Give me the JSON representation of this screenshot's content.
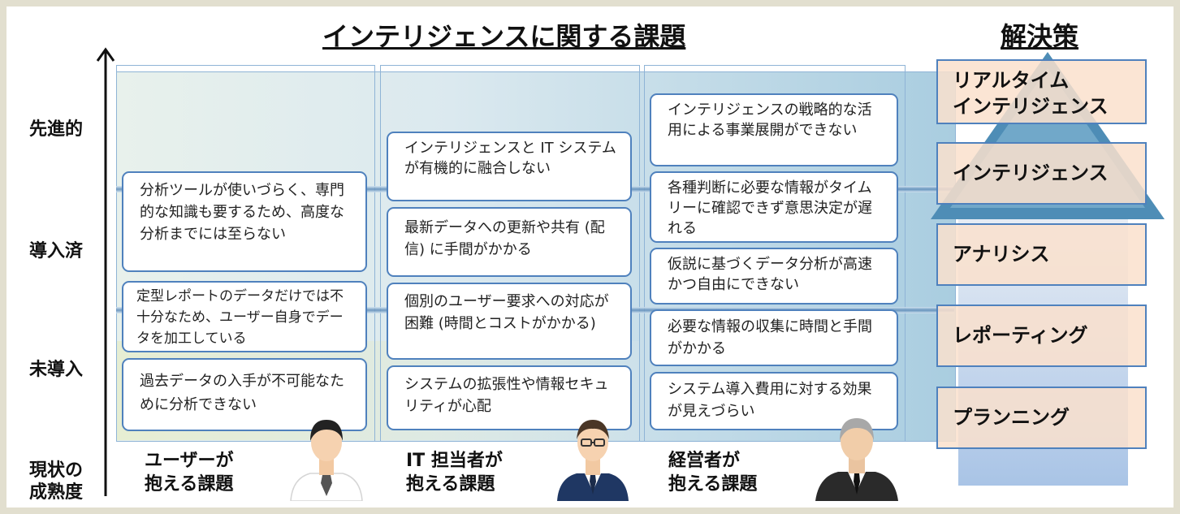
{
  "title": "インテリジェンスに関する課題",
  "solutions_title": "解決策",
  "axis": {
    "top": "先進的",
    "middle": "導入済",
    "bottom": "未導入",
    "base_line1": "現状の",
    "base_line2": "成熟度"
  },
  "columns": [
    {
      "label_line1": "ユーザーが",
      "label_line2": "抱える課題",
      "cards": [
        "分析ツールが使いづらく、専門的な知識も要するため、高度な分析までには至らない",
        "定型レポートのデータだけでは不十分なため、ユーザー自身でデータを加工している",
        "過去データの入手が不可能なために分析できない"
      ]
    },
    {
      "label_line1": "IT 担当者が",
      "label_line2": "抱える課題",
      "cards": [
        "インテリジェンスと IT システムが有機的に融合しない",
        "最新データへの更新や共有 (配信) に手間がかかる",
        "個別のユーザー要求への対応が困難 (時間とコストがかかる)",
        "システムの拡張性や情報セキュリティが心配"
      ]
    },
    {
      "label_line1": "経営者が",
      "label_line2": "抱える課題",
      "cards": [
        "インテリジェンスの戦略的な活用による事業展開ができない",
        "各種判断に必要な情報がタイムリーに確認できず意思決定が遅れる",
        "仮説に基づくデータ分析が高速かつ自由にできない",
        "必要な情報の収集に時間と手間がかかる",
        "システム導入費用に対する効果が見えづらい"
      ]
    }
  ],
  "solutions": [
    {
      "line1": "リアルタイム",
      "line2": "インテリジェンス"
    },
    {
      "line1": "インテリジェンス",
      "line2": ""
    },
    {
      "line1": "アナリシス",
      "line2": ""
    },
    {
      "line1": "レポーティング",
      "line2": ""
    },
    {
      "line1": "プランニング",
      "line2": ""
    }
  ],
  "colors": {
    "card_border": "#4f81bd",
    "solution_fill": "#fae1cd",
    "triangle": "#4e8db6",
    "background_frame": "#e2dfcf"
  }
}
